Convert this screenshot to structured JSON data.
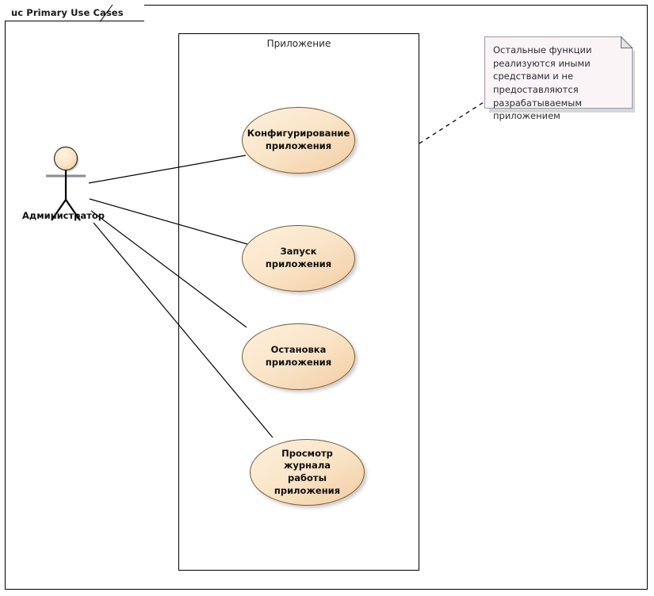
{
  "diagram": {
    "frame_tab_label": "uc Primary Use Cases",
    "boundary_label": "Приложение",
    "actor": {
      "name": "Администратор"
    },
    "use_cases": [
      {
        "id": "configure",
        "label": "Конфигурирование\nприложения"
      },
      {
        "id": "start",
        "label": "Запуск приложения"
      },
      {
        "id": "stop",
        "label": "Остановка\nприложения"
      },
      {
        "id": "view-log",
        "label": "Просмотр журнала\nработы приложения"
      }
    ],
    "note": {
      "text": "Остальные функции реализуются иными средствами и не предоставляются разрабатываемым приложением"
    },
    "colors": {
      "usecase_fill_light": "#fdf0dd",
      "usecase_fill_dark": "#f2cda3",
      "usecase_border": "#7a5c34",
      "note_fill": "#faf4f7",
      "note_border": "#9a9aa8",
      "line": "#000000",
      "frame_border": "#000000"
    }
  }
}
